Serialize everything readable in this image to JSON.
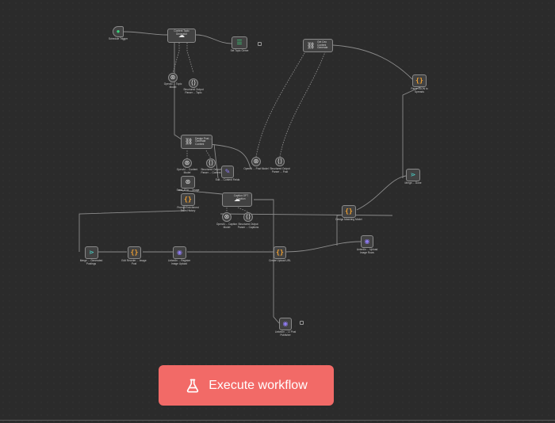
{
  "toolbar": {
    "execute_label": "Execute workflow"
  },
  "colors": {
    "execute_button": "#f26a67",
    "canvas": "#2b2b2b",
    "node": "#424242"
  },
  "nodes": {
    "schedule_trigger": "Schedule Trigger",
    "content_topic": "Content Topic\nGenerator",
    "set_topic": "Set Topic Genre",
    "cat_content": "Get Ceo\nContent Generate",
    "model_topic": "OpenAI ...  Topic\nModel",
    "parser_topic": "Structured Output\nParser ...  Topic",
    "design_post": "Design Post ...\nGenerate Content",
    "model_content": "OpenAI ...  Content\nModel",
    "parser_content": "Structured Output\nParser ...  Content",
    "edit_content": "Edit ...  Content Fields",
    "model_post": "OpenAI ... Post Model",
    "parser_post": "Structured Output\nParser ...  Post",
    "parse_json": "Parse JSON to\nSpreads",
    "send_image": "Send_IT to ... Image",
    "prompt_memory": "Prompt Enrichment\nTeam History",
    "caption": "Caption GPT\nCaption",
    "model_caption": "OpenAI ... Caption\nModel",
    "parser_caption": "Structured Output\nParser ...  Captions",
    "merge_top": "Merge ... Done",
    "wordpress": "Design Matching Model",
    "linkedin_right": "LinkedIn ... Upload\nImage Rows",
    "merge_generated": "Merge ... Generated\nPostings",
    "edit_image": "Edit Reorder ... Image\nPost",
    "linkedin_upload": "LinkedIn ... Register\nImage Upload",
    "create_upload": "Create Upload URL",
    "linkedin_publish": "LinkedIn ... LI Post\nPublisher"
  }
}
